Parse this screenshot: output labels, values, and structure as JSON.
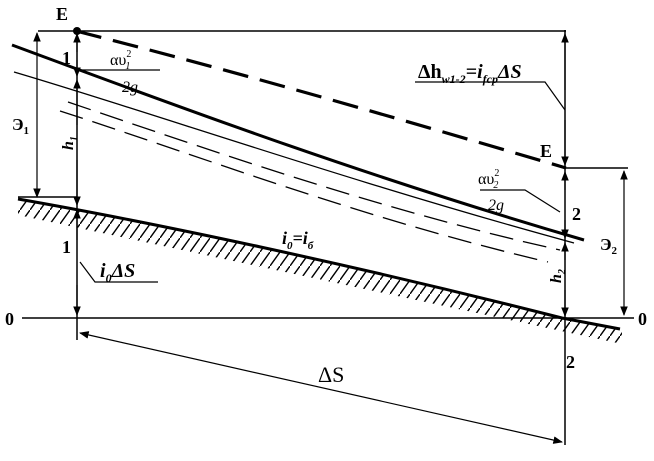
{
  "labels": {
    "e_left": "E",
    "e_right": "E",
    "section1_top": "1",
    "section1_bottom": "1",
    "section2_mid": "2",
    "section2_bottom": "2",
    "zero_left": "0",
    "zero_right": "0",
    "energy_left": "Э",
    "energy_left_sub": "1",
    "energy_right": "Э",
    "energy_right_sub": "2",
    "depth1": "h",
    "depth1_sub": "1",
    "depth2": "h",
    "depth2_sub": "2",
    "velocity_head1_num": "αυ",
    "velocity_head1_sup": "2",
    "velocity_head1_sub": "1",
    "velocity_head1_den": "2g",
    "velocity_head2_num": "αυ",
    "velocity_head2_sup": "2",
    "velocity_head2_sub": "2",
    "velocity_head2_den": "2g",
    "head_loss": "Δh",
    "head_loss_sub": "w1-2",
    "head_loss_eq": "=i",
    "head_loss_eq_sub": "fср",
    "head_loss_tail": "ΔS",
    "bed_slope_drop": "i",
    "bed_slope_drop_sub": "0",
    "bed_slope_drop_tail": "ΔS",
    "slope_eq_left": "i",
    "slope_eq_left_sub": "0",
    "slope_eq_mid": "=i",
    "slope_eq_right_sub": "б",
    "length": "ΔS"
  }
}
